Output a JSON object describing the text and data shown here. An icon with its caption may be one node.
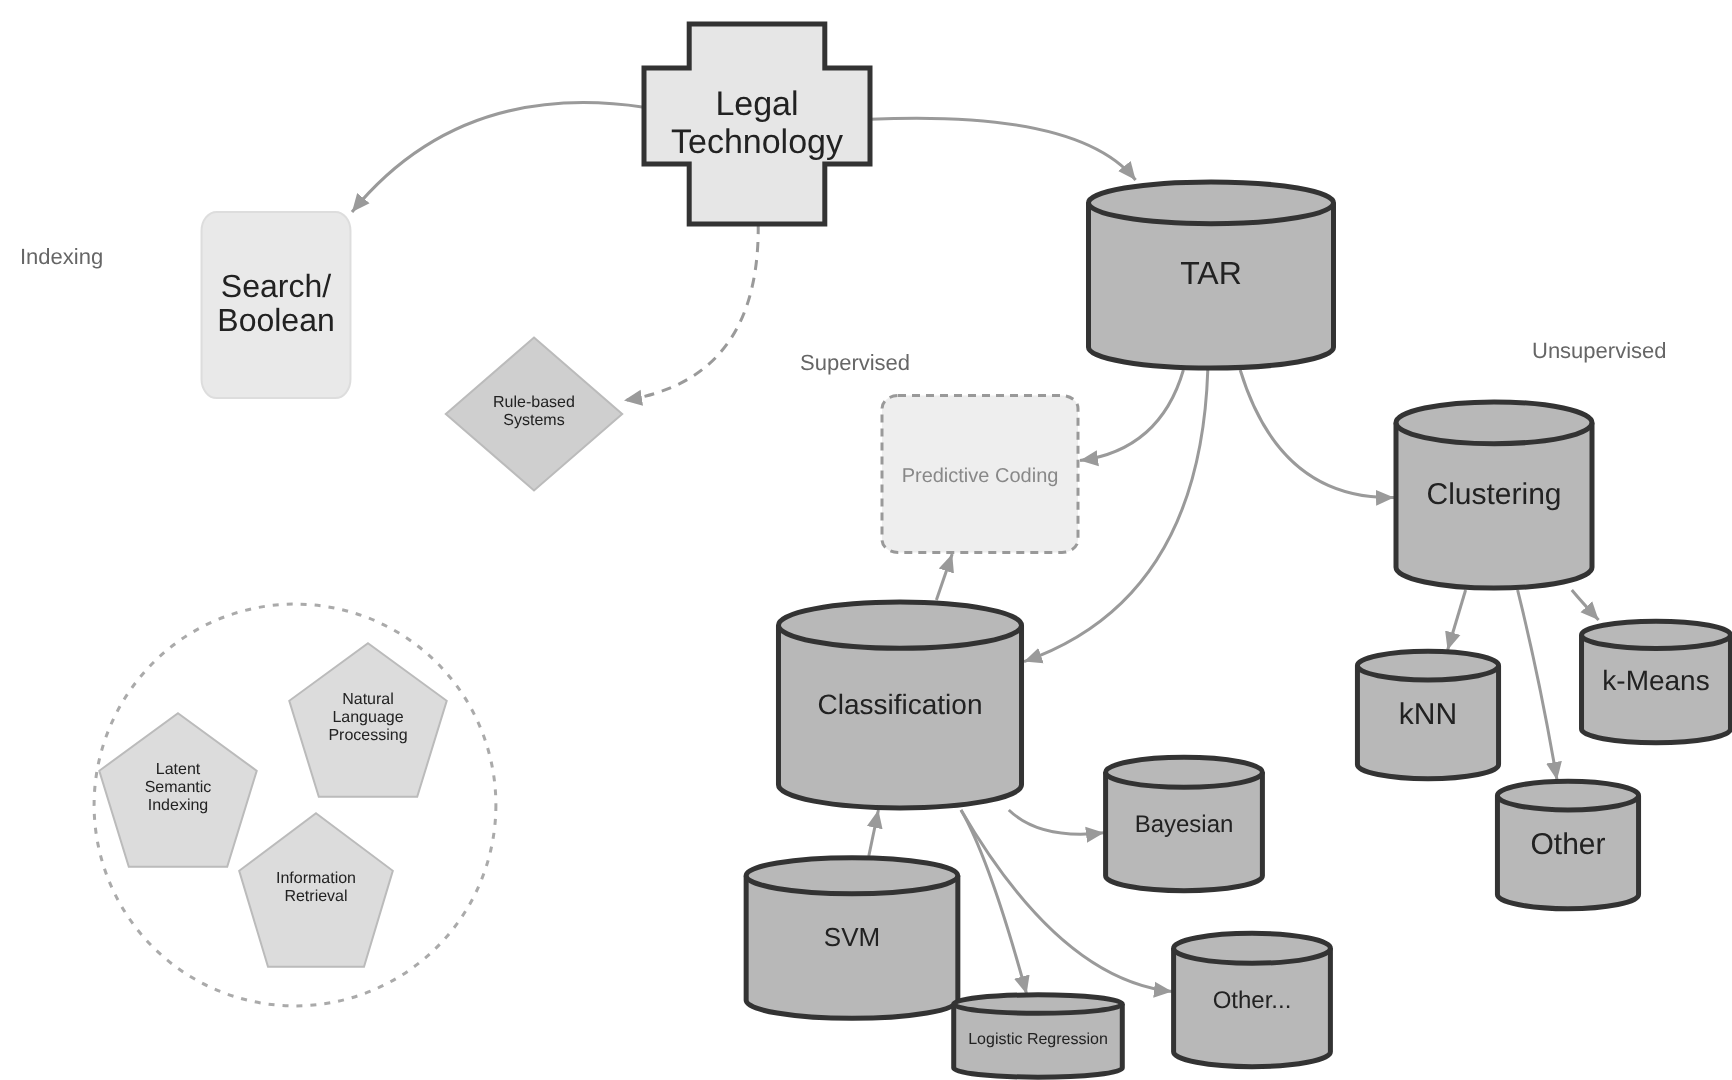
{
  "diagram": {
    "nodes": [
      {
        "text": [
          "Legal Technology"
        ]
      },
      {
        "text": [
          "Search/ Boolean"
        ]
      },
      {
        "text": [
          "Rule-based Systems"
        ]
      },
      {
        "text": [
          "TAR"
        ]
      },
      {
        "text": [
          "Predictive Coding"
        ]
      },
      {
        "text": [
          "Clustering"
        ]
      },
      {
        "text": [
          "Classification"
        ]
      },
      {
        "text": [
          "kNN"
        ]
      },
      {
        "text": [
          "k-Means"
        ]
      },
      {
        "text": [
          "Other"
        ]
      },
      {
        "text": [
          "Bayesian"
        ]
      },
      {
        "text": [
          "SVM"
        ]
      },
      {
        "text": [
          "Logistic Regression"
        ]
      },
      {
        "text": [
          "Other..."
        ]
      },
      {
        "text": [],
        "shape": "circle"
      },
      {
        "text": [
          "Natural Language Processing"
        ],
        "in": 14
      },
      {
        "text": [
          "Latent Semantic Indexing"
        ],
        "in": 14
      },
      {
        "text": [
          "Information Retrieval"
        ],
        "in": 14
      }
    ],
    "edges": [
      {
        "from": 0,
        "to": 1,
        "arrow": "to"
      },
      {
        "from": 0,
        "to": 3,
        "arrow": "to"
      },
      {
        "from": 0,
        "to": 2,
        "arrow": "to",
        "style": "dashed"
      },
      {
        "from": 3,
        "to": 4,
        "arrow": "to"
      },
      {
        "from": 3,
        "to": 5,
        "arrow": "to"
      },
      {
        "from": 3,
        "to": 6,
        "arrow": "to"
      },
      {
        "from": 6,
        "to": 4,
        "arrow": "to"
      },
      {
        "from": 5,
        "to": 7,
        "arrow": "to"
      },
      {
        "from": 5,
        "to": 8,
        "arrow": "to"
      },
      {
        "from": 5,
        "to": 9,
        "arrow": "to"
      },
      {
        "from": 11,
        "to": 6,
        "arrow": "to"
      },
      {
        "from": 6,
        "to": 10,
        "arrow": "to"
      },
      {
        "from": 6,
        "to": 12,
        "arrow": "to"
      },
      {
        "from": 6,
        "to": 13,
        "arrow": "to"
      }
    ],
    "labels": [
      "Indexing",
      "Supervised",
      "Unsupervised"
    ]
  }
}
